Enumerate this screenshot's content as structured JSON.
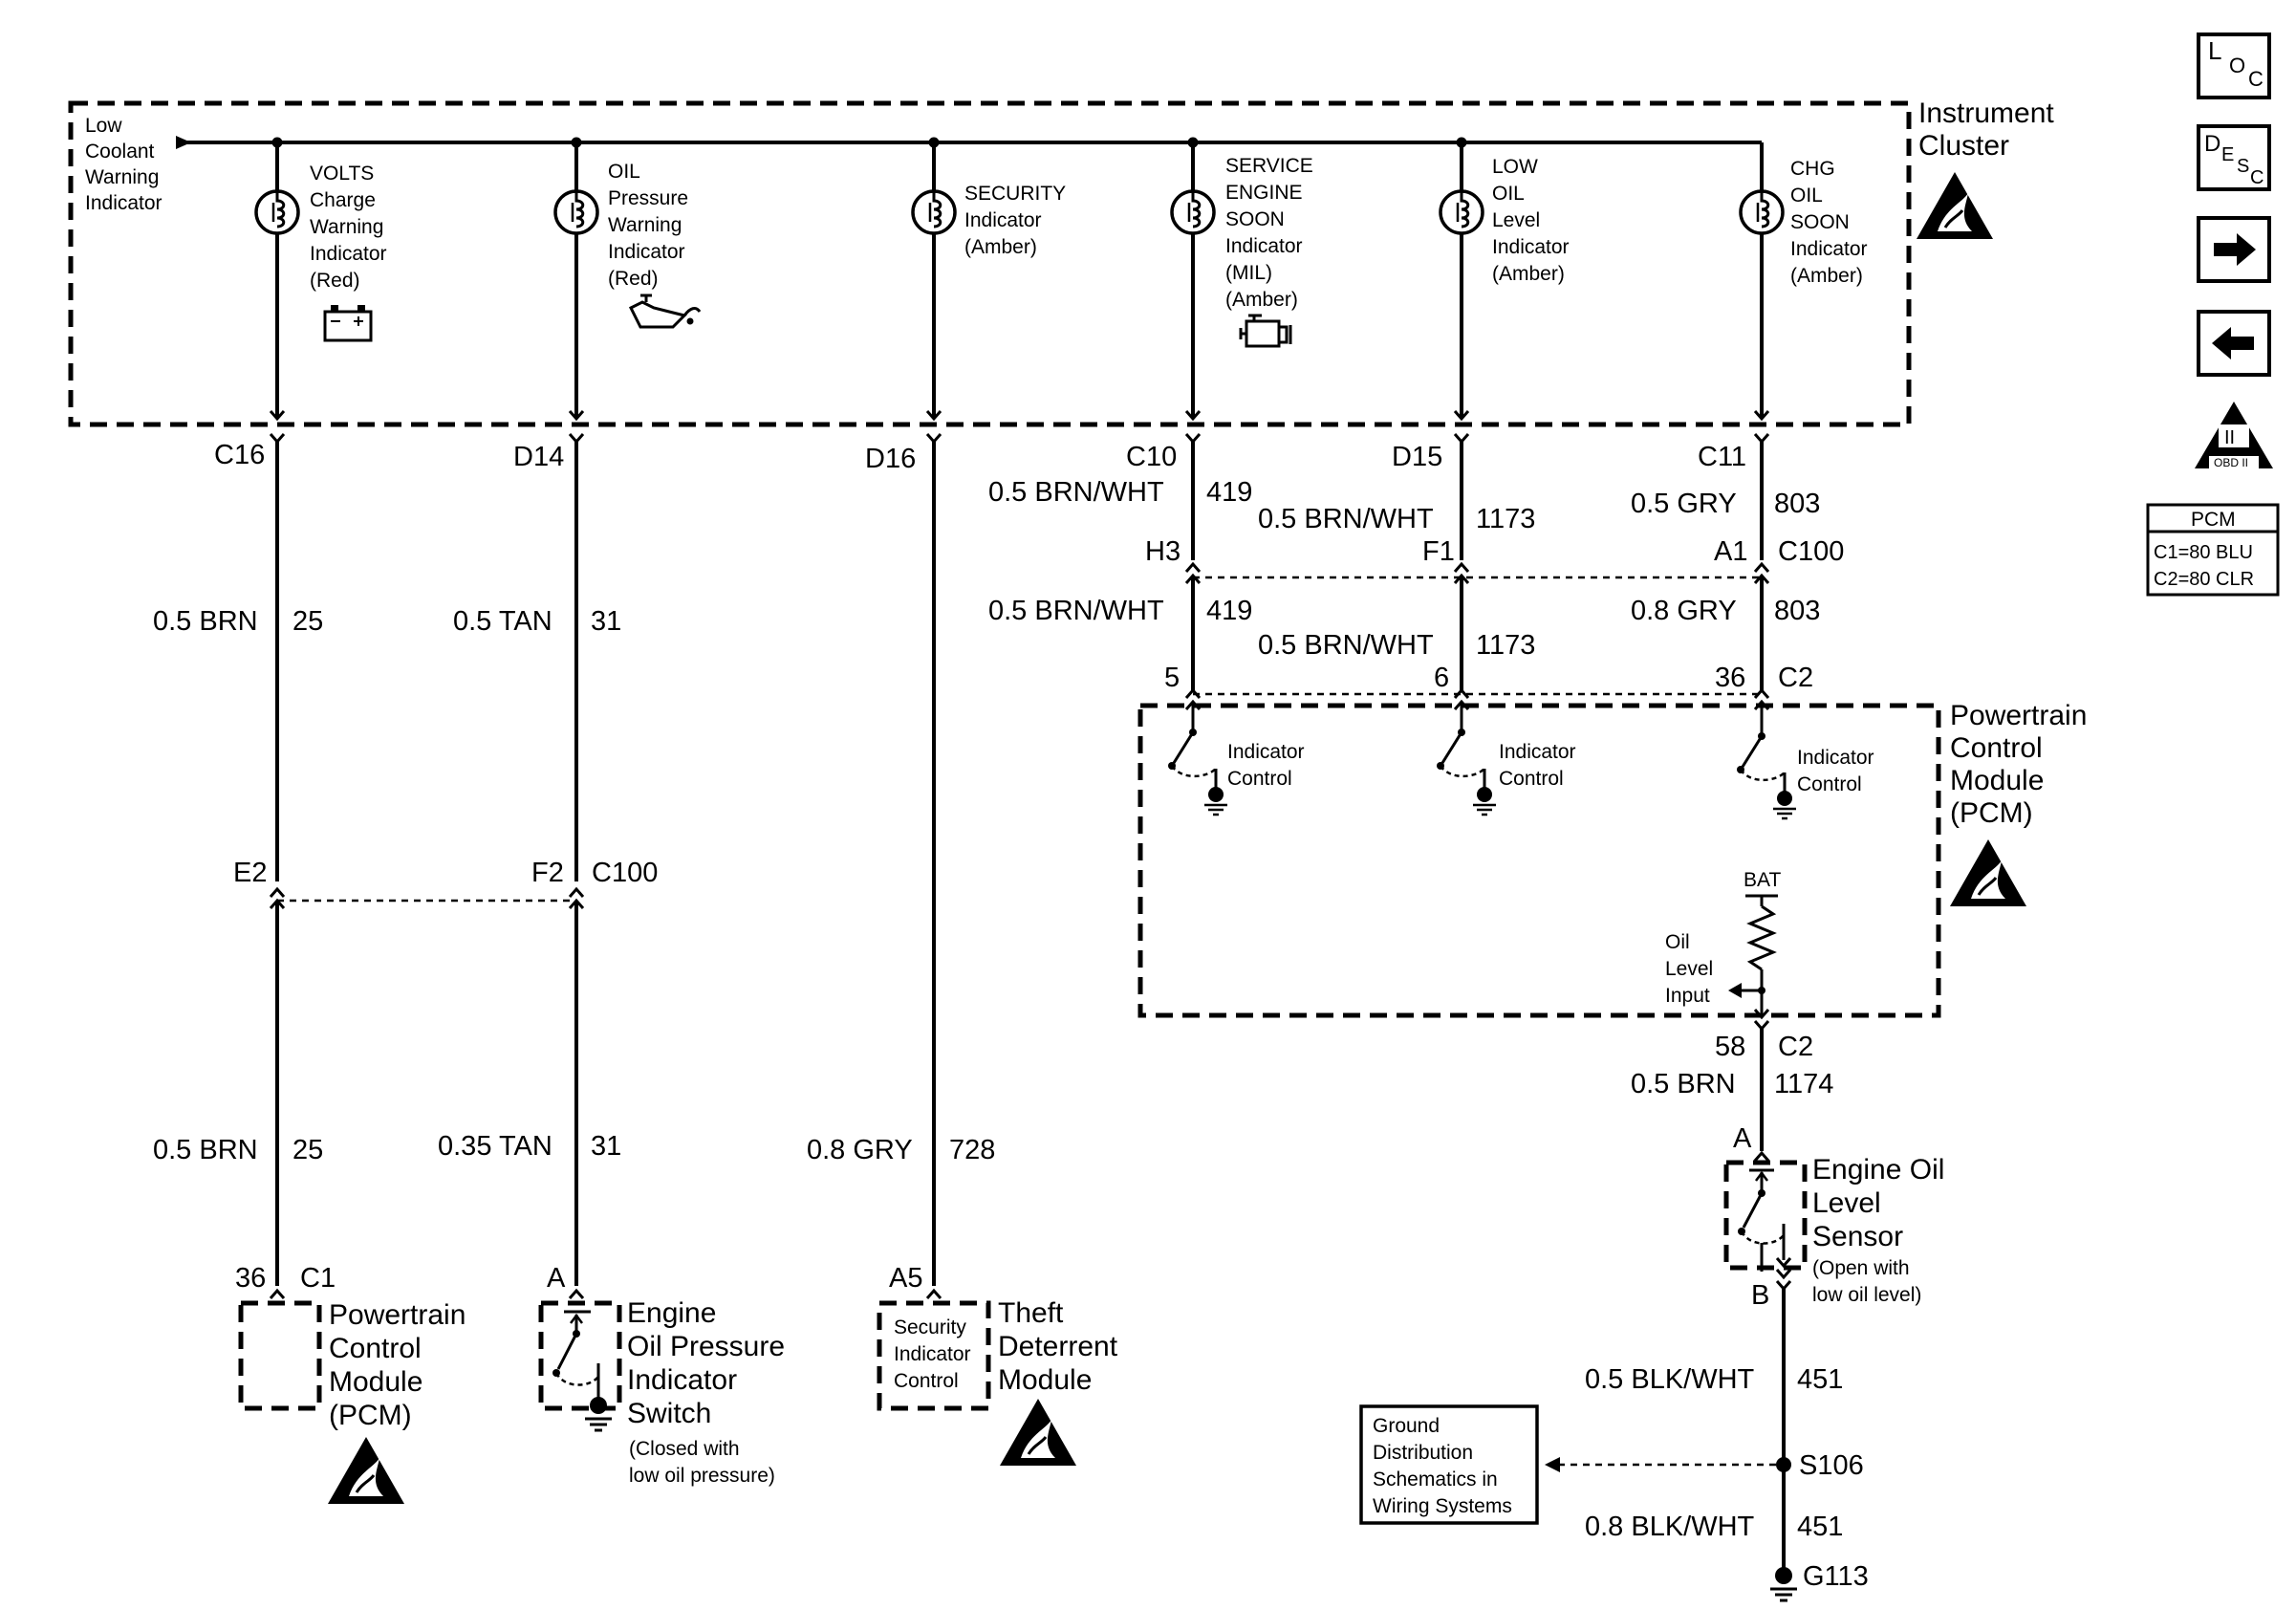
{
  "instrument_cluster": {
    "name": [
      "Instrument",
      "Cluster"
    ],
    "feed_label": [
      "Low",
      "Coolant",
      "Warning",
      "Indicator"
    ],
    "indicators": [
      {
        "lines": [
          "VOLTS",
          "Charge",
          "Warning",
          "Indicator",
          "(Red)"
        ],
        "pin": "C16",
        "symbol": "battery-icon"
      },
      {
        "lines": [
          "OIL",
          "Pressure",
          "Warning",
          "Indicator",
          "(Red)"
        ],
        "pin": "D14",
        "symbol": "oil-can-icon"
      },
      {
        "lines": [
          "SECURITY",
          "Indicator",
          "(Amber)"
        ],
        "pin": "D16"
      },
      {
        "lines": [
          "SERVICE",
          "ENGINE",
          "SOON",
          "Indicator",
          "(MIL)",
          "(Amber)"
        ],
        "pin": "C10",
        "symbol": "engine-icon"
      },
      {
        "lines": [
          "LOW",
          "OIL",
          "Level",
          "Indicator",
          "(Amber)"
        ],
        "pin": "D15"
      },
      {
        "lines": [
          "CHG",
          "OIL",
          "SOON",
          "Indicator",
          "(Amber)"
        ],
        "pin": "C11"
      }
    ]
  },
  "circuits": {
    "c16_to_e2": {
      "wire": "0.5 BRN",
      "circuit": "25"
    },
    "d14_to_f2": {
      "wire": "0.5 TAN",
      "circuit": "31"
    },
    "e2_to_pcm": {
      "wire": "0.5 BRN",
      "circuit": "25"
    },
    "f2_to_switch": {
      "wire": "0.35 TAN",
      "circuit": "31"
    },
    "d16_to_theft": {
      "wire": "0.8 GRY",
      "circuit": "728"
    },
    "c10_to_h3": {
      "wire": "0.5 BRN/WHT",
      "circuit": "419"
    },
    "d15_to_f1": {
      "wire": "0.5 BRN/WHT",
      "circuit": "1173"
    },
    "c11_to_a1": {
      "wire": "0.5 GRY",
      "circuit": "803"
    },
    "h3_to_pcm5": {
      "wire": "0.5 BRN/WHT",
      "circuit": "419"
    },
    "f1_to_pcm6": {
      "wire": "0.5 BRN/WHT",
      "circuit": "1173"
    },
    "a1_to_pcm36": {
      "wire": "0.8 GRY",
      "circuit": "803"
    },
    "pcm58_to_sensor": {
      "wire": "0.5 BRN",
      "circuit": "1174"
    },
    "sensor_to_s106": {
      "wire": "0.5 BLK/WHT",
      "circuit": "451"
    },
    "s106_to_g113": {
      "wire": "0.8 BLK/WHT",
      "circuit": "451"
    }
  },
  "connectors": {
    "left_c100": {
      "pins": [
        "E2",
        "F2"
      ],
      "name": "C100"
    },
    "right_c100": {
      "pins": [
        "H3",
        "F1",
        "A1"
      ],
      "name": "C100"
    },
    "pcm_c2_top": {
      "pins": [
        "5",
        "6",
        "36"
      ],
      "name": "C2"
    },
    "pcm_c2_bottom": {
      "pin": "58",
      "name": "C2"
    }
  },
  "pcm_right": {
    "name": [
      "Powertrain",
      "Control",
      "Module",
      "(PCM)"
    ],
    "driver_label": [
      "Indicator",
      "Control"
    ],
    "bat": "BAT",
    "input_label": [
      "Oil",
      "Level",
      "Input"
    ]
  },
  "pcm_left": {
    "pin": "36",
    "connector": "C1",
    "name": [
      "Powertrain",
      "Control",
      "Module",
      "(PCM)"
    ]
  },
  "oil_pressure_switch": {
    "pin": "A",
    "name": [
      "Engine",
      "Oil Pressure",
      "Indicator",
      "Switch"
    ],
    "note": [
      "(Closed with",
      "low oil pressure)"
    ]
  },
  "theft_module": {
    "pin": "A5",
    "inner": [
      "Security",
      "Indicator",
      "Control"
    ],
    "name": [
      "Theft",
      "Deterrent",
      "Module"
    ]
  },
  "oil_level_sensor": {
    "pin_top": "A",
    "pin_bottom": "B",
    "name": [
      "Engine Oil",
      "Level",
      "Sensor"
    ],
    "note": [
      "(Open with",
      "low oil level)"
    ]
  },
  "splice": "S106",
  "ground": "G113",
  "ground_ref": [
    "Ground",
    "Distribution",
    "Schematics in",
    "Wiring Systems"
  ],
  "side_panel": {
    "loc": {
      "big": "L",
      "subs": [
        "O",
        "C"
      ]
    },
    "desc": {
      "big": "D",
      "subs": [
        "E",
        "S",
        "C"
      ]
    },
    "obd": {
      "roman": "II",
      "label": "OBD II"
    },
    "pcm_box": {
      "title": "PCM",
      "lines": [
        "C1=80 BLU",
        "C2=80 CLR"
      ]
    }
  }
}
